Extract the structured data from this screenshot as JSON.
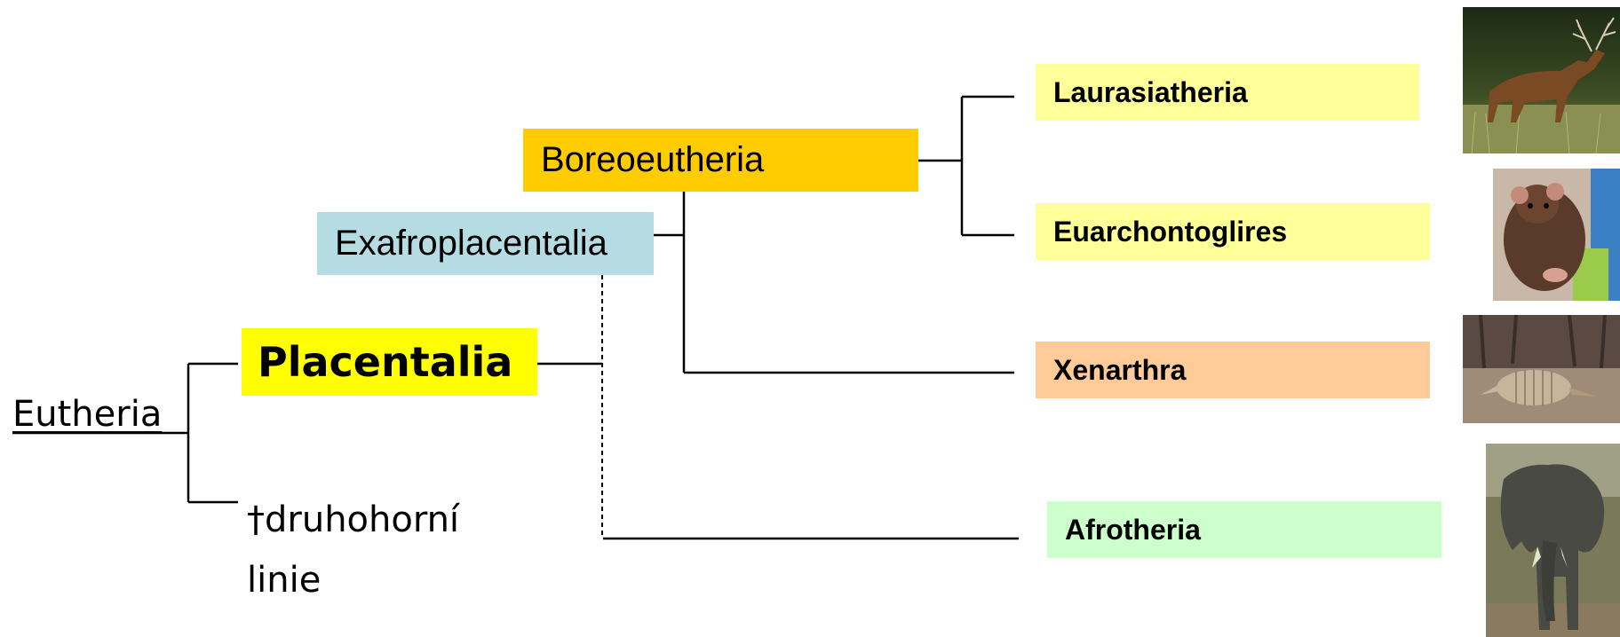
{
  "colors": {
    "placentalia": "#ffff00",
    "exafroplacentalia": "#b5dce2",
    "boreoeutheria": "#ffcc00",
    "laurasiatheria": "#ffff99",
    "euarchontoglires": "#ffff99",
    "xenarthra": "#ffcc99",
    "afrotheria": "#ccffcc"
  },
  "labels": {
    "eutheria": "Eutheria",
    "placentalia": "Placentalia",
    "druhohorni": "†druhohorní linie",
    "exafroplacentalia": "Exafroplacentalia",
    "boreoeutheria": "Boreoeutheria",
    "laurasiatheria": "Laurasiatheria",
    "euarchontoglires": "Euarchontoglires",
    "xenarthra": "Xenarthra",
    "afrotheria": "Afrotheria"
  },
  "photos": {
    "laurasiatheria": "deer",
    "euarchontoglires": "rat",
    "xenarthra": "armadillo",
    "afrotheria": "elephant"
  }
}
